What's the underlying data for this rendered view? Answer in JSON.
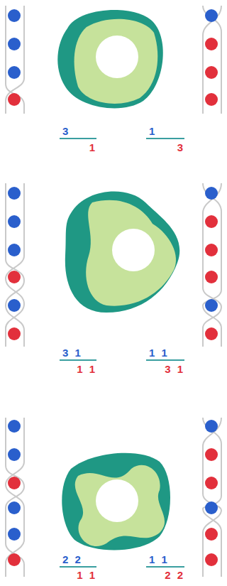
{
  "diagram": {
    "labels": [
      "3",
      "1",
      "1",
      "3",
      "3 1",
      "1 1",
      "1 1",
      "3 1",
      "2 2",
      "1 1",
      "1 1",
      "2 2"
    ]
  }
}
